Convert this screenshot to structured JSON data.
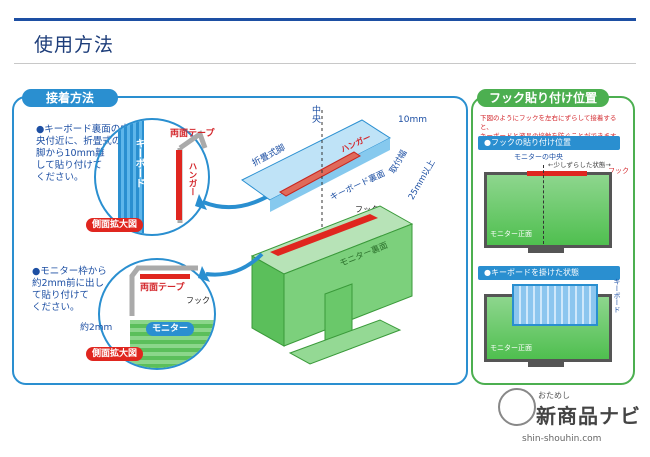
{
  "header": {
    "title": "使用方法"
  },
  "left_panel": {
    "tag": "接着方法",
    "step1_text": [
      "●キーボード裏面の中",
      "央付近に、折畳式の",
      "脚から10mm離",
      "して貼り付けて",
      "ください。"
    ],
    "step2_text": [
      "●モニター枠から",
      "約2mm前に出し",
      "て貼り付けて",
      "ください。"
    ],
    "labels": {
      "double_tape_1": "両面テープ",
      "keyboard": "キーボード",
      "hanger_vertical": "ハンガー",
      "side_zoom_1": "側面拡大図",
      "folding_leg": "折畳式脚",
      "center": "中央",
      "hanger_top": "ハンガー",
      "keyboard_back": "キーボード裏面",
      "ten_mm": "10mm",
      "width_note": "取付幅",
      "width_value": "25mm以上",
      "hook_top": "フック",
      "monitor_back": "モニター裏面",
      "double_tape_2": "両面テープ",
      "hook_bottom": "フック",
      "approx_2mm": "約2mm",
      "monitor": "モニター",
      "side_zoom_2": "側面拡大図"
    }
  },
  "right_panel": {
    "tag": "フック貼り付け位置",
    "description": [
      "下図のようにフックを左右にずらして接着すると、",
      "キーボードと液晶の接触を防ぐことができます。"
    ],
    "section1_title": "●フックの貼り付け位置",
    "monitor_center": "モニターの中央",
    "shifted": "←少しずらした状態→",
    "hook": "フック",
    "monitor_front_1": "モニター正面",
    "section2_title": "●キーボードを掛けた状態",
    "keyboard_vertical": "キーボード",
    "monitor_front_2": "モニター正面"
  },
  "branding": {
    "prefix": "おためし",
    "name": "新商品ナビ",
    "url": "shin-shouhin.com"
  }
}
